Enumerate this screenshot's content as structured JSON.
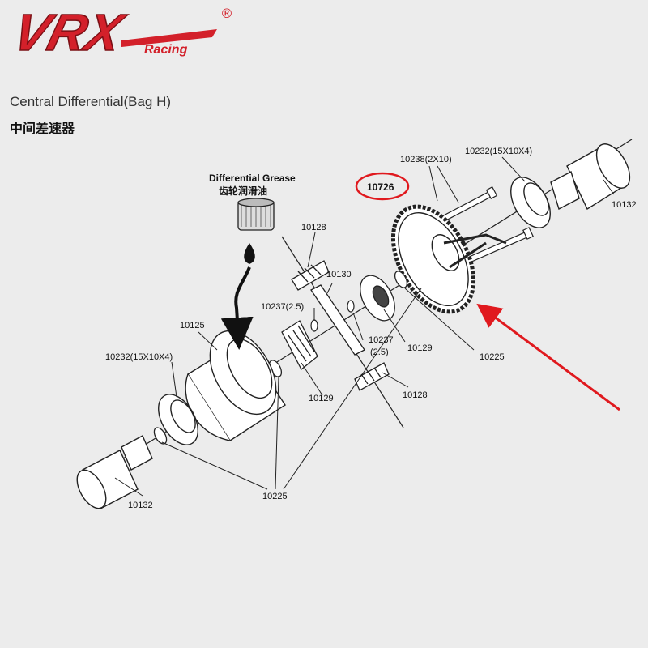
{
  "brand": {
    "logo_text": "VRX",
    "logo_sub": "Racing",
    "registered": "®",
    "logo_color": "#d3202a"
  },
  "title": {
    "en": "Central Differential(Bag H)",
    "zh": "中间差速器"
  },
  "grease": {
    "label_en": "Differential Grease",
    "label_zh": "齿轮润滑油"
  },
  "highlight": {
    "part_number": "10726",
    "color": "#e0191e"
  },
  "callouts": {
    "screws": "10238(2X10)",
    "bearing_top": "10232(15X10X4)",
    "outdrive_top": "10132",
    "gear_top": "10128",
    "pin": "10130",
    "pin_left": "10237(2.5)",
    "case": "10125",
    "bearing_left": "10232(15X10X4)",
    "side_gear_right": "10129",
    "pin_right_num": "10237",
    "pin_right_size": "(2.5)",
    "shim_right": "10225",
    "side_gear_left": "10129",
    "gear_bottom": "10128",
    "outdrive_left": "10132",
    "shim_bottom": "10225"
  }
}
